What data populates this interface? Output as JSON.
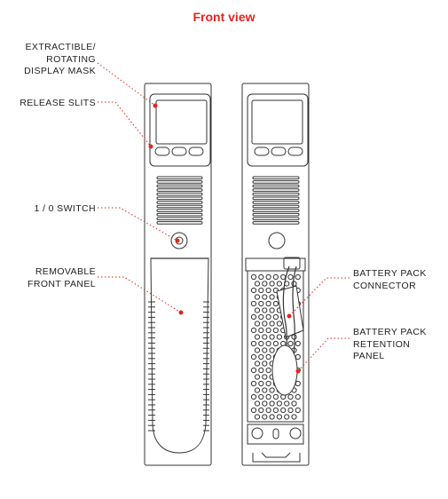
{
  "title": "Front view",
  "labels": {
    "display_mask": [
      "EXTRACTIBLE/",
      "ROTATING",
      "DISPLAY MASK"
    ],
    "release_slits": "RELEASE SLITS",
    "switch": "1 / 0 SWITCH",
    "front_panel": [
      "REMOVABLE",
      "FRONT PANEL"
    ],
    "battery_connector": [
      "BATTERY PACK",
      "CONNECTOR"
    ],
    "battery_retention": [
      "BATTERY PACK",
      "RETENTION",
      "PANEL"
    ]
  },
  "colors": {
    "accent": "#e1261c",
    "line": "#333333"
  }
}
